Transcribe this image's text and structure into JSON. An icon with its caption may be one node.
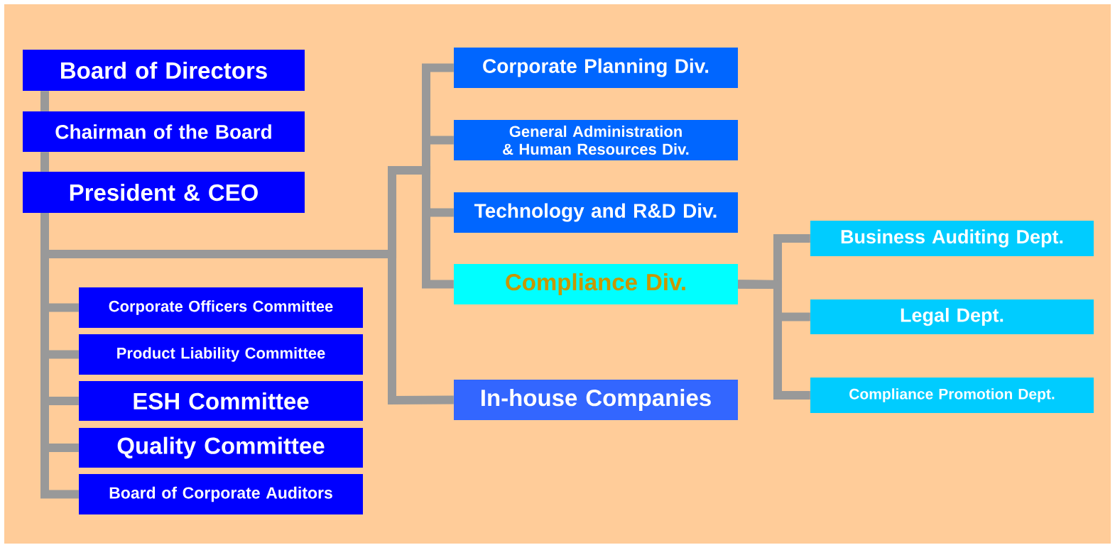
{
  "diagram": {
    "nodes": [
      {
        "text": [
          "Board of Directors"
        ]
      },
      {
        "text": [
          "Chairman of the Board"
        ]
      },
      {
        "text": [
          "President & CEO"
        ]
      },
      {
        "text": [
          "Corporate Officers Committee"
        ]
      },
      {
        "text": [
          "Product Liability Committee"
        ]
      },
      {
        "text": [
          "ESH Committee"
        ]
      },
      {
        "text": [
          "Quality Committee"
        ]
      },
      {
        "text": [
          "Board of Corporate Auditors"
        ]
      },
      {
        "text": [
          "Corporate Planning Div."
        ]
      },
      {
        "text": [
          "General Administration & Human Resources Div."
        ]
      },
      {
        "text": [
          "Technology and R&D Div."
        ]
      },
      {
        "text": [
          "Compliance Div."
        ]
      },
      {
        "text": [
          "In-house Companies"
        ]
      },
      {
        "text": [
          "Business Auditing Dept."
        ]
      },
      {
        "text": [
          "Legal Dept."
        ]
      },
      {
        "text": [
          "Compliance Promotion Dept."
        ]
      }
    ],
    "edges": [
      {
        "from": 0,
        "to": 1,
        "arrow": "none"
      },
      {
        "from": 1,
        "to": 2,
        "arrow": "none"
      },
      {
        "from": 2,
        "to": 3,
        "arrow": "none"
      },
      {
        "from": 2,
        "to": 4,
        "arrow": "none"
      },
      {
        "from": 2,
        "to": 5,
        "arrow": "none"
      },
      {
        "from": 2,
        "to": 6,
        "arrow": "none"
      },
      {
        "from": 2,
        "to": 7,
        "arrow": "none"
      },
      {
        "from": 2,
        "to": 8,
        "arrow": "none"
      },
      {
        "from": 2,
        "to": 9,
        "arrow": "none"
      },
      {
        "from": 2,
        "to": 10,
        "arrow": "none"
      },
      {
        "from": 2,
        "to": 11,
        "arrow": "none"
      },
      {
        "from": 2,
        "to": 12,
        "arrow": "none"
      },
      {
        "from": 11,
        "to": 13,
        "arrow": "none"
      },
      {
        "from": 11,
        "to": 14,
        "arrow": "none"
      },
      {
        "from": 11,
        "to": 15,
        "arrow": "none"
      }
    ]
  }
}
